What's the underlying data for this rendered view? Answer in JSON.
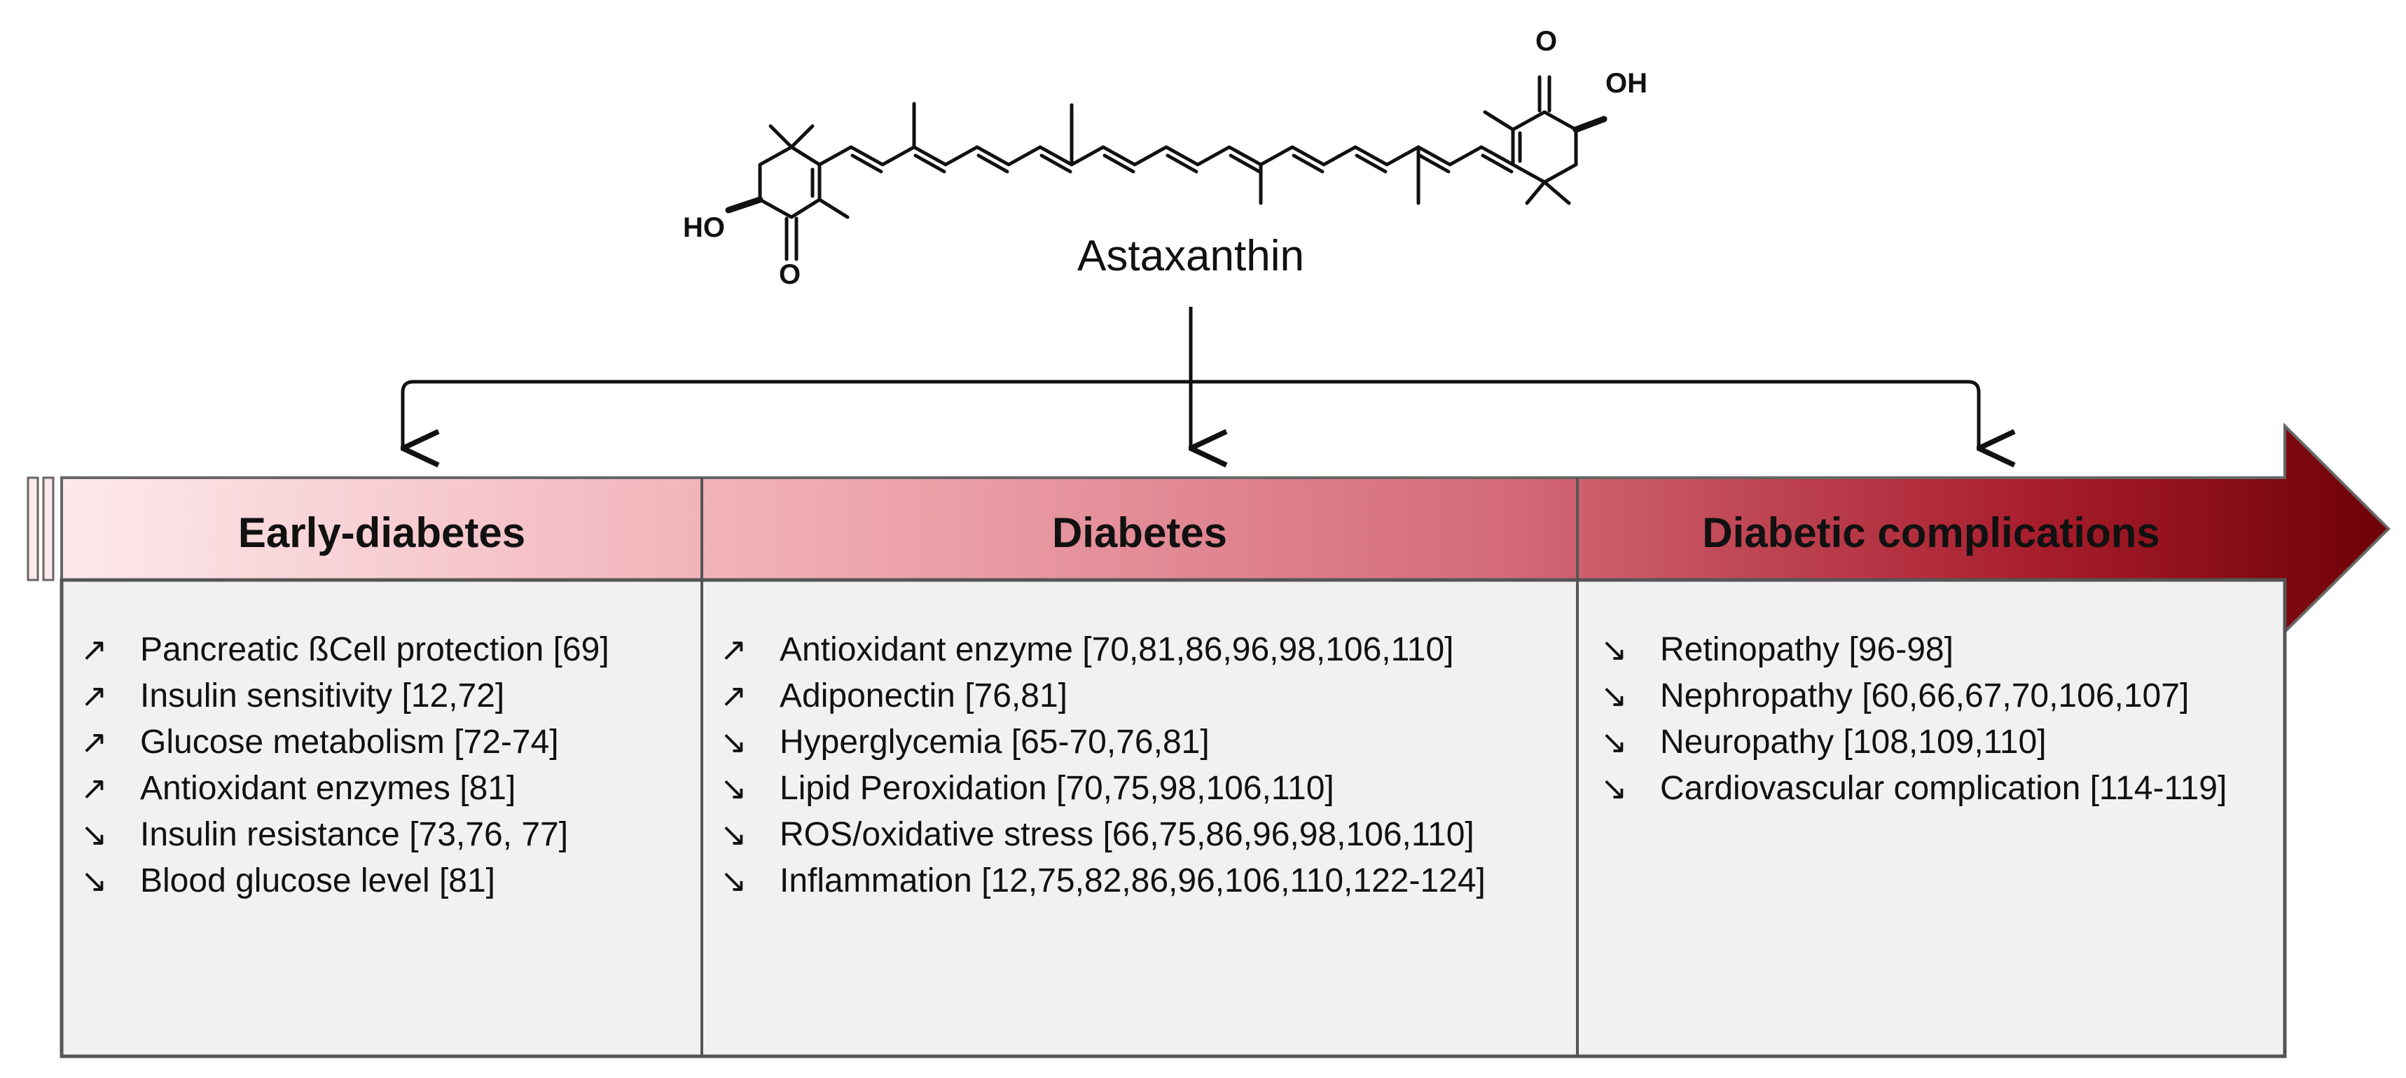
{
  "molecule": {
    "name": "Astaxanthin",
    "atom_labels": {
      "oh_right": "OH",
      "ho_left": "HO",
      "o_top": "O",
      "o_bottom": "O"
    }
  },
  "stages": [
    {
      "title": "Early-diabetes",
      "items": [
        {
          "direction": "up",
          "symbol": "↗",
          "text": "Pancreatic ßCell protection [69]"
        },
        {
          "direction": "up",
          "symbol": "↗",
          "text": "Insulin sensitivity [12,72]"
        },
        {
          "direction": "up",
          "symbol": "↗",
          "text": "Glucose metabolism [72-74]"
        },
        {
          "direction": "up",
          "symbol": "↗",
          "text": "Antioxidant enzymes [81]"
        },
        {
          "direction": "down",
          "symbol": "↘",
          "text": "Insulin resistance [73,76, 77]"
        },
        {
          "direction": "down",
          "symbol": "↘",
          "text": "Blood glucose level [81]"
        }
      ]
    },
    {
      "title": "Diabetes",
      "items": [
        {
          "direction": "up",
          "symbol": "↗",
          "text": "Antioxidant enzyme [70,81,86,96,98,106,110]"
        },
        {
          "direction": "up",
          "symbol": "↗",
          "text": "Adiponectin [76,81]"
        },
        {
          "direction": "down",
          "symbol": "↘",
          "text": "Hyperglycemia [65-70,76,81]"
        },
        {
          "direction": "down",
          "symbol": "↘",
          "text": "Lipid Peroxidation [70,75,98,106,110]"
        },
        {
          "direction": "down",
          "symbol": "↘",
          "text": "ROS/oxidative stress [66,75,86,96,98,106,110]"
        },
        {
          "direction": "down",
          "symbol": "↘",
          "text": "Inflammation [12,75,82,86,96,106,110,122-124]"
        }
      ]
    },
    {
      "title": "Diabetic complications",
      "items": [
        {
          "direction": "down",
          "symbol": "↘",
          "text": "Retinopathy [96-98]"
        },
        {
          "direction": "down",
          "symbol": "↘",
          "text": "Nephropathy [60,66,67,70,106,107]"
        },
        {
          "direction": "down",
          "symbol": "↘",
          "text": "Neuropathy [108,109,110]"
        },
        {
          "direction": "down",
          "symbol": "↘",
          "text": "Cardiovascular complication [114-119]"
        }
      ]
    }
  ],
  "colors": {
    "arrow_light": "#fbe5e7",
    "arrow_mid": "#dc7f8b",
    "arrow_dark": "#7a0008",
    "panel_fill": "#f1f1f1",
    "line": "#555555"
  }
}
